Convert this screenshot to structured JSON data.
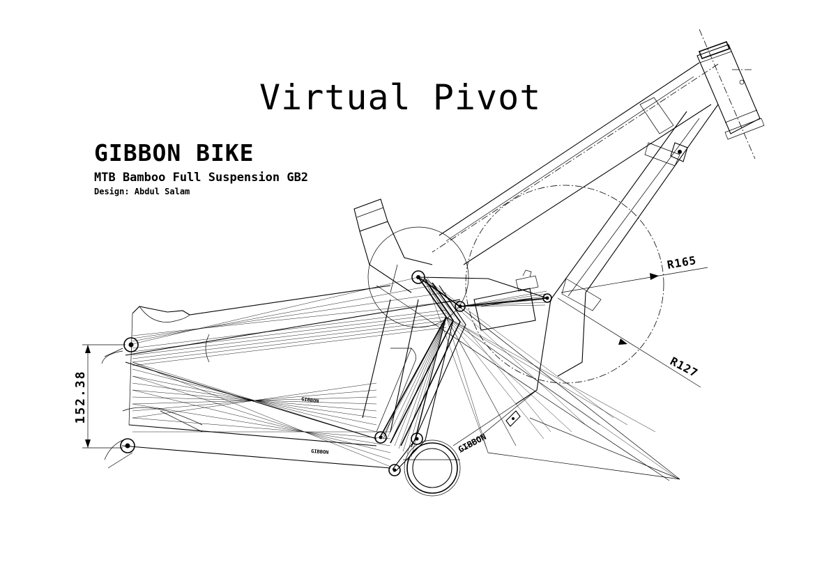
{
  "title": "Virtual Pivot",
  "brand": "GIBBON BIKE",
  "model": "MTB Bamboo Full Suspension GB2",
  "designer": "Design: Abdul Salam",
  "dimensions": {
    "height_value": "152.38",
    "radius_large": "R165",
    "radius_small": "R127"
  },
  "frame_marks": {
    "downtube_logo": "GIBBON",
    "stay_mark_upper": "GIBBON",
    "stay_mark_lower": "GIBBON"
  }
}
